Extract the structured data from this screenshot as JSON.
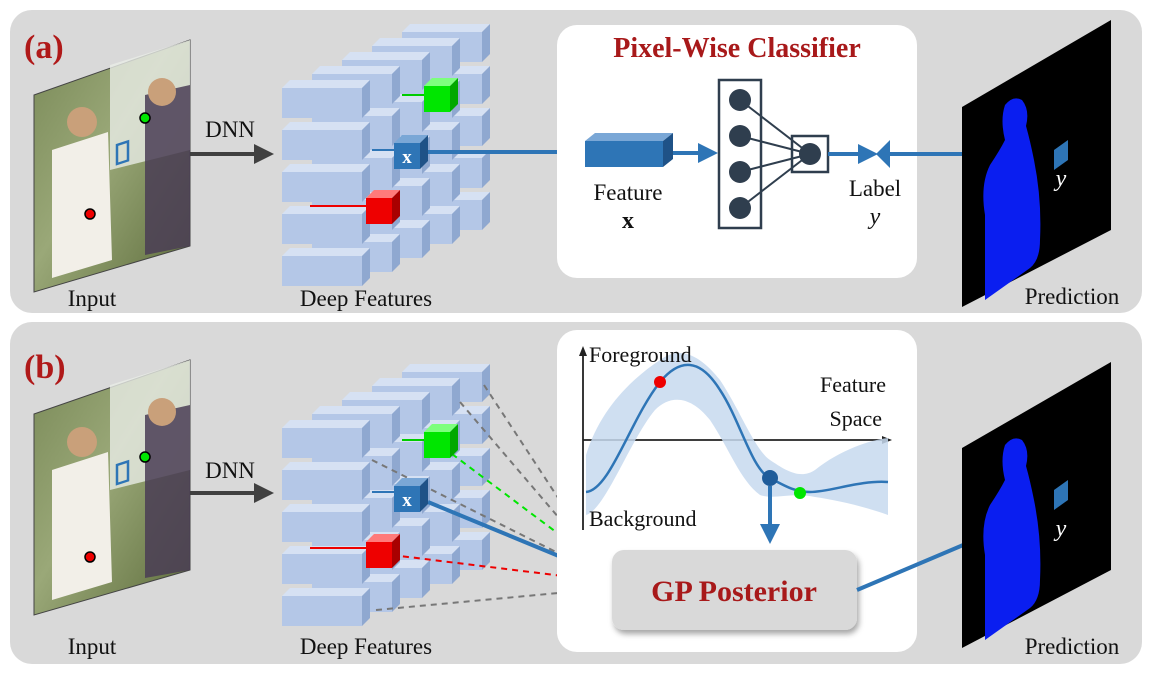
{
  "panels": [
    {
      "id": "a",
      "tag": "(a)",
      "input_label": "Input",
      "dnn_label": "DNN",
      "features_label": "Deep Features",
      "feature_cube_label": "x",
      "classifier": {
        "title": "Pixel-Wise Classifier",
        "feature_label": "Feature",
        "feature_symbol": "x",
        "label_text": "Label",
        "label_symbol": "y"
      },
      "prediction_label": "Prediction",
      "prediction_symbol": "y"
    },
    {
      "id": "b",
      "tag": "(b)",
      "input_label": "Input",
      "dnn_label": "DNN",
      "features_label": "Deep Features",
      "feature_cube_label": "x",
      "gp": {
        "y_top_label": "Foreground",
        "y_bottom_label": "Background",
        "x_label_line1": "Feature",
        "x_label_line2": "Space",
        "posterior_label": "GP Posterior"
      },
      "prediction_label": "Prediction",
      "prediction_symbol": "y"
    }
  ],
  "colors": {
    "panel_bg": "#d9d9d9",
    "accent_blue": "#2e75b6",
    "cube_blue": "#b4c7e7",
    "cube_highlight_green": "#00e600",
    "cube_highlight_red": "#ee0000",
    "title_red": "#a8191a",
    "mask_blue": "#0a1ef0"
  }
}
